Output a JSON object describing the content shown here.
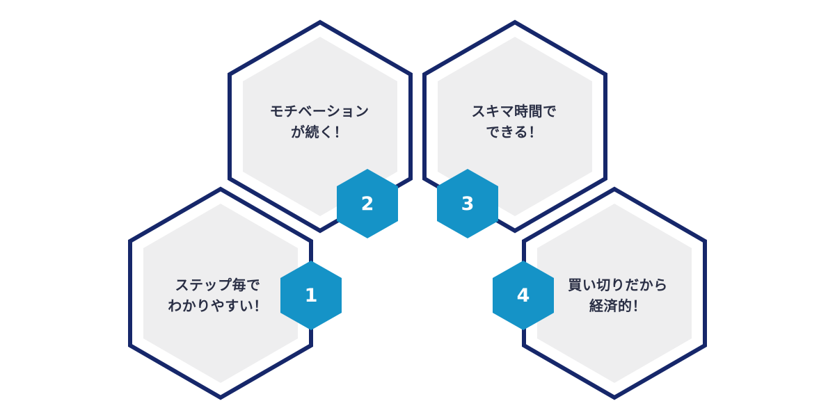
{
  "colors": {
    "outline": "#16276a",
    "ring": "#ffffff",
    "fill": "#eeeeef",
    "badge": "#1593c7",
    "text": "#2a2f45"
  },
  "cards": [
    {
      "number": "1",
      "lines": [
        "ステップ毎で",
        "わかりやすい！"
      ]
    },
    {
      "number": "2",
      "lines": [
        "モチベーション",
        "が続く！"
      ]
    },
    {
      "number": "3",
      "lines": [
        "スキマ時間で",
        "できる！"
      ]
    },
    {
      "number": "4",
      "lines": [
        "買い切りだから",
        "経済的！"
      ]
    }
  ]
}
